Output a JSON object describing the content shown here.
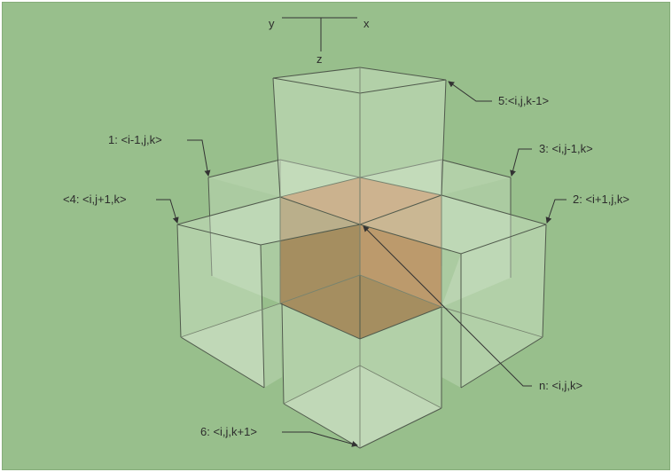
{
  "axes": {
    "y": "y",
    "x": "x",
    "z": "z"
  },
  "labels": {
    "cell5": "5:<i,j,k-1>",
    "cell1": "1: <i-1,j,k>",
    "cell3": "3: <i,j-1,k>",
    "cell4": "<4: <i,j+1,k>",
    "cell2": "2: <i+1,j,k>",
    "center": "n: <i,j,k>",
    "cell6": "6: <i,j,k+1>"
  },
  "colors": {
    "background": "#98bf8c",
    "center_cell": "#c29366",
    "glass": "#e6efe0"
  }
}
